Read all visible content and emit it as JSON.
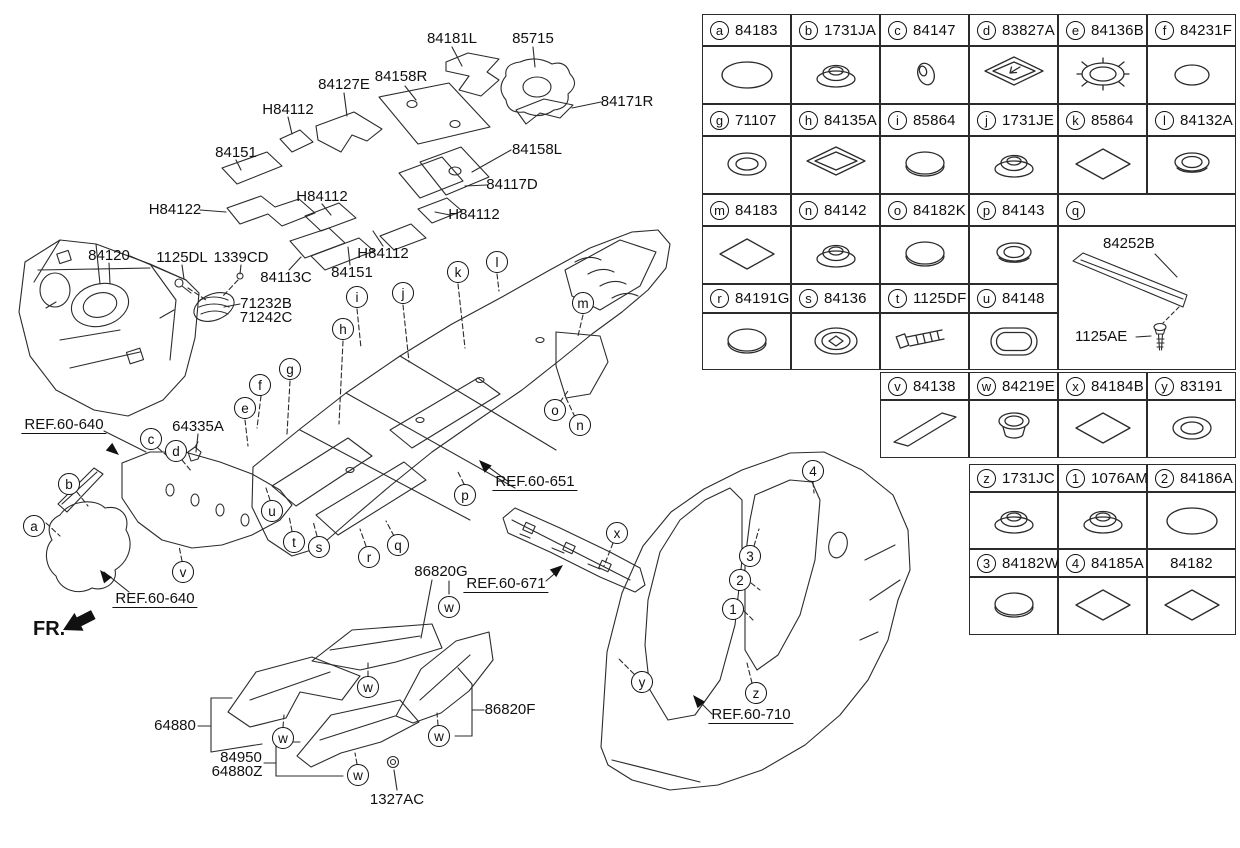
{
  "diagram": {
    "fr_label": "FR.",
    "labels": [
      {
        "text": "84181L"
      },
      {
        "text": "85715"
      },
      {
        "text": "84127E"
      },
      {
        "text": "84158R"
      },
      {
        "text": "H84112"
      },
      {
        "text": "84171R"
      },
      {
        "text": "84151"
      },
      {
        "text": "84158L"
      },
      {
        "text": "H84112"
      },
      {
        "text": "84117D"
      },
      {
        "text": "H84122"
      },
      {
        "text": "H84112"
      },
      {
        "text": "84120"
      },
      {
        "text": "1125DL"
      },
      {
        "text": "1339CD"
      },
      {
        "text": "84113C"
      },
      {
        "text": "84151"
      },
      {
        "text": "H84112"
      },
      {
        "text": "71232B"
      },
      {
        "text": "71242C"
      },
      {
        "text": "REF.60-640",
        "ref": true
      },
      {
        "text": "64335A"
      },
      {
        "text": "REF.60-651",
        "ref": true
      },
      {
        "text": "REF.60-640",
        "ref": true
      },
      {
        "text": "86820G"
      },
      {
        "text": "REF.60-671",
        "ref": true
      },
      {
        "text": "64880"
      },
      {
        "text": "84950"
      },
      {
        "text": "64880Z"
      },
      {
        "text": "1327AC"
      },
      {
        "text": "86820F"
      },
      {
        "text": "REF.60-710",
        "ref": true
      }
    ],
    "callouts": [
      "a",
      "b",
      "c",
      "d",
      "e",
      "f",
      "g",
      "h",
      "i",
      "j",
      "k",
      "l",
      "m",
      "n",
      "o",
      "p",
      "q",
      "r",
      "s",
      "t",
      "u",
      "v",
      "w",
      "w",
      "w",
      "w",
      "w",
      "x",
      "y",
      "z",
      "1",
      "2",
      "3",
      "4"
    ]
  },
  "table": {
    "main": {
      "header_rows": [
        [
          {
            "key": "a",
            "part": "84183"
          },
          {
            "key": "b",
            "part": "1731JA"
          },
          {
            "key": "c",
            "part": "84147"
          },
          {
            "key": "d",
            "part": "83827A"
          },
          {
            "key": "e",
            "part": "84136B"
          },
          {
            "key": "f",
            "part": "84231F"
          }
        ],
        [
          {
            "key": "g",
            "part": "71107"
          },
          {
            "key": "h",
            "part": "84135A"
          },
          {
            "key": "i",
            "part": "85864"
          },
          {
            "key": "j",
            "part": "1731JE"
          },
          {
            "key": "k",
            "part": "85864"
          },
          {
            "key": "l",
            "part": "84132A"
          }
        ],
        [
          {
            "key": "m",
            "part": "84183"
          },
          {
            "key": "n",
            "part": "84142"
          },
          {
            "key": "o",
            "part": "84182K"
          },
          {
            "key": "p",
            "part": "84143"
          },
          {
            "key": "q",
            "part": ""
          }
        ],
        [
          {
            "key": "r",
            "part": "84191G"
          },
          {
            "key": "s",
            "part": "84136"
          },
          {
            "key": "t",
            "part": "1125DF"
          },
          {
            "key": "u",
            "part": "84148"
          }
        ]
      ],
      "shape_rows": [
        [
          "ellipse",
          "dome-grommet",
          "plug",
          "tray-arrow",
          "gear-ring",
          "ellipse-small"
        ],
        [
          "ring",
          "tray",
          "cap",
          "dome-grommet",
          "diamond-pad",
          "ring-flange"
        ],
        [
          "diamond-pad",
          "dome-grommet",
          "cap",
          "ring-flange"
        ],
        [
          "cap",
          "grommet-cross",
          "bolt",
          "oval-ring"
        ]
      ]
    },
    "v": {
      "header": [
        {
          "key": "v",
          "part": "84138"
        },
        {
          "key": "w",
          "part": "84219E"
        },
        {
          "key": "x",
          "part": "84184B"
        },
        {
          "key": "y",
          "part": "83191"
        }
      ],
      "shapes": [
        "strip-pad",
        "plug-flange",
        "diamond-pad",
        "ring"
      ]
    },
    "z": {
      "header_rows": [
        [
          {
            "key": "z",
            "part": "1731JC"
          },
          {
            "key": "1",
            "part": "1076AM"
          },
          {
            "key": "2",
            "part": "84186A"
          }
        ],
        [
          {
            "key": "3",
            "part": "84182W"
          },
          {
            "key": "4",
            "part": "84185A"
          },
          {
            "key": "",
            "part": "84182"
          }
        ]
      ],
      "shape_rows": [
        [
          "dome-grommet",
          "dome-grommet",
          "ellipse"
        ],
        [
          "cap",
          "diamond-pad",
          "diamond-pad"
        ]
      ]
    },
    "assembly": {
      "part": "84252B",
      "bolt": "1125AE"
    }
  }
}
